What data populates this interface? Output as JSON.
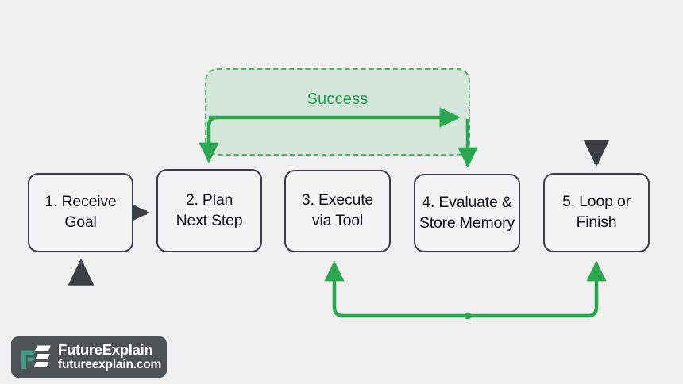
{
  "diagram": {
    "background_color": "#f0f0f0",
    "accent_green": "#2ba84f",
    "dark_arrow_color": "#3a3f45",
    "node_border_color": "#3a3f45",
    "node_fill_color": "#f4f4f4",
    "nodes": [
      {
        "id": "node-1",
        "line1": "1. Receive",
        "line2": "Goal"
      },
      {
        "id": "node-2",
        "line1": "2. Plan",
        "line2": "Next Step"
      },
      {
        "id": "node-3",
        "line1": "3. Execute",
        "line2": "via Tool"
      },
      {
        "id": "node-4",
        "line1": "4. Evaluate &",
        "line2": "Store Memory"
      },
      {
        "id": "node-5",
        "line1": "5. Loop or",
        "line2": "Finish"
      }
    ],
    "success_region": {
      "label": "Success",
      "label_color": "#1e9e4a",
      "fill_color": "rgba(52,168,83,0.14)",
      "border_color": "#4fb06a",
      "border_style": "dashed"
    },
    "connectors": [
      {
        "name": "entry-into-receive-goal",
        "style": "solid",
        "color": "#3a3f45",
        "from": "below-canvas",
        "to": "node-1"
      },
      {
        "name": "receive-goal-to-plan-next-step",
        "style": "solid",
        "color": "#3a3f45",
        "from": "node-1",
        "to": "node-2"
      },
      {
        "name": "entry-into-loop-or-finish",
        "style": "solid",
        "color": "#3a3f45",
        "from": "above-canvas",
        "to": "node-5"
      },
      {
        "name": "success-branch-to-plan-next-step",
        "style": "solid",
        "color": "#2ba84f",
        "from": "success-region-left",
        "to": "node-2"
      },
      {
        "name": "success-branch-to-evaluate-store-memory",
        "style": "solid",
        "color": "#2ba84f",
        "from": "success-region-right",
        "to": "node-4"
      },
      {
        "name": "loop-back-to-execute-via-tool",
        "style": "solid",
        "color": "#2ba84f",
        "from": "bottom-bus",
        "to": "node-3"
      },
      {
        "name": "loop-back-to-loop-or-finish",
        "style": "solid",
        "color": "#2ba84f",
        "from": "bottom-bus",
        "to": "node-5"
      }
    ],
    "junction_dot": {
      "name": "bottom-bus-junction",
      "color": "#2ba84f"
    }
  },
  "logo": {
    "mark_alt": "fe-monogram-icon",
    "mark_teal": "#3f9a86",
    "mark_white": "#ffffff",
    "badge_color": "#4d5257",
    "name": "FutureExplain",
    "domain": "futureexplain.com"
  }
}
